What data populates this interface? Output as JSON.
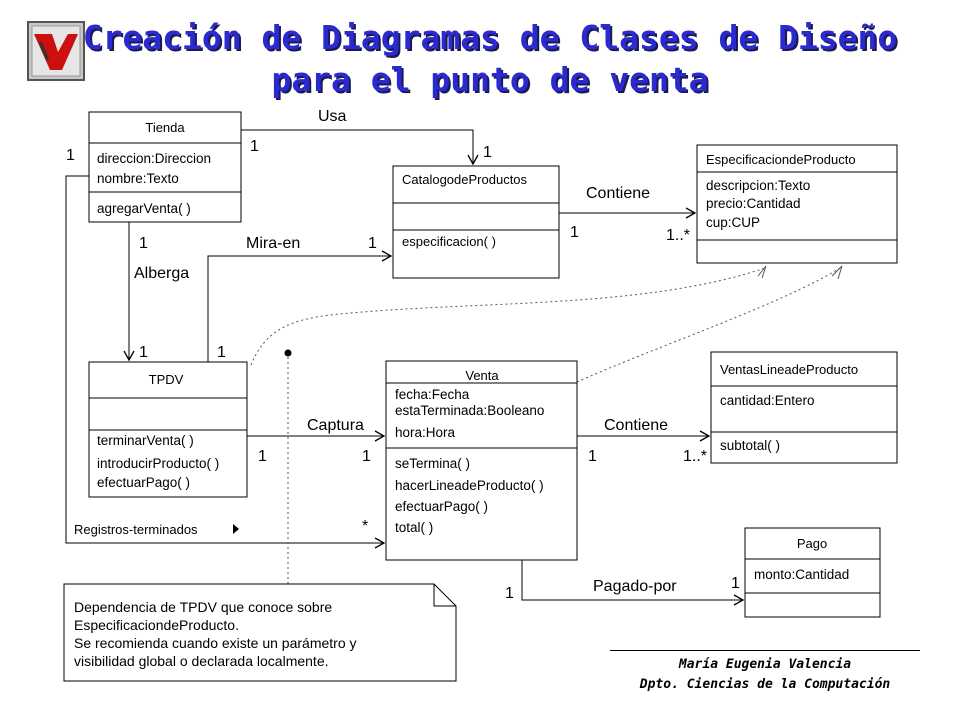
{
  "header": {
    "title_line1": "Creación de Diagramas de Clases de Diseño",
    "title_line2": "para el punto de venta"
  },
  "classes": {
    "tienda": {
      "name": "Tienda",
      "attrs": [
        "direccion:Direccion",
        "nombre:Texto"
      ],
      "ops": [
        "agregarVenta( )"
      ]
    },
    "catalogo": {
      "name": "CatalogodeProductos",
      "attrs": [],
      "ops": [
        "especificacion( )"
      ]
    },
    "especificacion": {
      "name": "EspecificaciondeProducto",
      "attrs": [
        "descripcion:Texto",
        "precio:Cantidad",
        "cup:CUP"
      ],
      "ops": []
    },
    "tpdv": {
      "name": "TPDV",
      "attrs": [],
      "ops": [
        "terminarVenta( )",
        "introducirProducto( )",
        "efectuarPago( )"
      ]
    },
    "venta": {
      "name": "Venta",
      "attrs": [
        "fecha:Fecha",
        "estaTerminada:Booleano",
        "hora:Hora"
      ],
      "ops": [
        "seTermina( )",
        "hacerLineadeProducto( )",
        "efectuarPago( )",
        "total( )"
      ]
    },
    "ventaslinea": {
      "name": "VentasLineadeProducto",
      "attrs": [
        "cantidad:Entero"
      ],
      "ops": [
        "subtotal( )"
      ]
    },
    "pago": {
      "name": "Pago",
      "attrs": [
        "monto:Cantidad"
      ],
      "ops": []
    }
  },
  "associations": {
    "usa": {
      "label": "Usa",
      "m1": "1",
      "m2": "1"
    },
    "contiene1": {
      "label": "Contiene",
      "m1": "1",
      "m2": "1..*"
    },
    "miraen": {
      "label": "Mira-en",
      "m1": "1",
      "m2": "1"
    },
    "alberga": {
      "label": "Alberga",
      "m1": "1",
      "m2": "1"
    },
    "captura": {
      "label": "Captura",
      "m1": "1",
      "m2": "1"
    },
    "contiene2": {
      "label": "Contiene",
      "m1": "1",
      "m2": "1..*"
    },
    "pagadopor": {
      "label": "Pagado-por",
      "m1": "1",
      "m2": "1"
    },
    "registros": {
      "label": "Registros-terminados",
      "m1": "1",
      "m2": "*"
    }
  },
  "note": {
    "lines": [
      "Dependencia de TPDV que conoce sobre",
      "EspecificaciondeProducto.",
      "Se recomienda cuando existe un parámetro y",
      "visibilidad global o declarada localmente."
    ]
  },
  "footer": {
    "author": "María Eugenia Valencia",
    "department": "Dpto. Ciencias de la Computación"
  },
  "colors": {
    "title": "#2a2ad0",
    "logo_red": "#cc1010",
    "logo_bg": "#c8c8c8"
  }
}
